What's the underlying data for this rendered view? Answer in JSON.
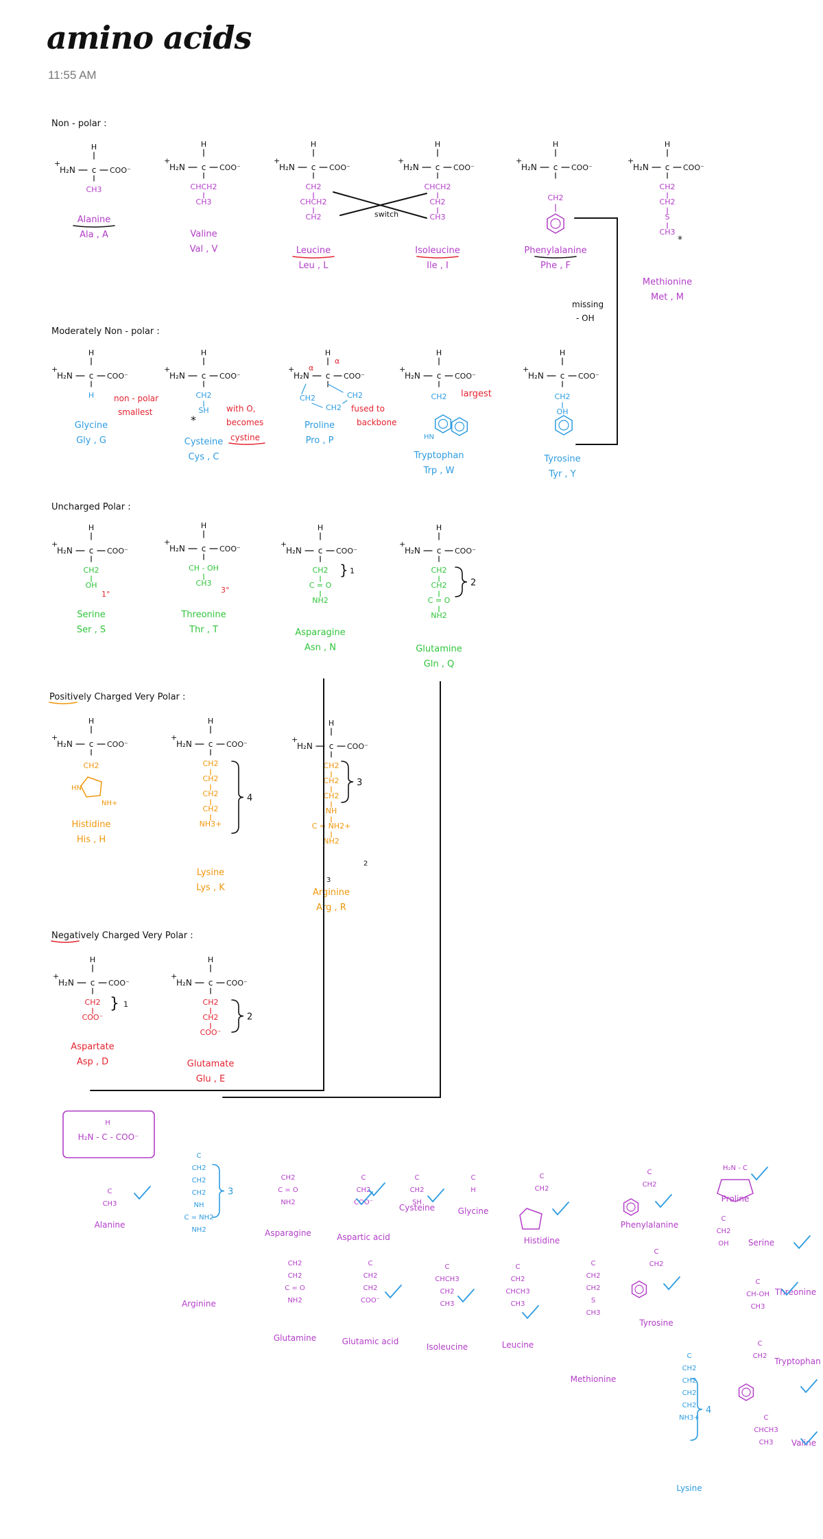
{
  "note": {
    "title": "amino acids",
    "time": "11:55 AM"
  },
  "colors": {
    "ink": "#111111",
    "purple": "#b23dc7",
    "blue": "#2c9be0",
    "green": "#2fc43a",
    "orange": "#f0960a",
    "red": "#e3222f",
    "gray": "#777777"
  },
  "sections": {
    "nonpolar": "Non - polar :",
    "moderate": "Moderately  Non - polar :",
    "uncharged": "Uncharged  Polar :",
    "positive": "Positively  Charged  Very  Polar :",
    "negative": "Negatively  Charged  Very  Polar :"
  },
  "backbone": {
    "amine": "H₂N",
    "carbon": "c",
    "carboxyl": "COO⁻",
    "h": "H",
    "plus": "+"
  },
  "sidechains": {
    "alanine": [
      "CH3"
    ],
    "valine": [
      "CHCH2",
      "CH3"
    ],
    "leucine": [
      "CH2",
      "CHCH2",
      "CH2"
    ],
    "isoleucine": [
      "CHCH2",
      "CH2",
      "CH3"
    ],
    "phenylalanine": [
      "CH2"
    ],
    "methionine": [
      "CH2",
      "CH2",
      "S",
      "CH3"
    ],
    "glycine": [
      "H"
    ],
    "cysteine": [
      "CH2",
      "SH"
    ],
    "proline": [
      "CH2",
      "CH2",
      "CH2"
    ],
    "tryptophan": [
      "CH2"
    ],
    "tyrosine": [
      "CH2",
      "OH"
    ],
    "serine": [
      "CH2",
      "OH"
    ],
    "threonine": [
      "CH - OH",
      "CH3"
    ],
    "asparagine": [
      "CH2",
      "C = O",
      "NH2"
    ],
    "glutamine": [
      "CH2",
      "CH2",
      "C = O",
      "NH2"
    ],
    "histidine": [
      "CH2",
      "HN",
      "NH+"
    ],
    "lysine": [
      "CH2",
      "CH2",
      "CH2",
      "CH2",
      "NH3+"
    ],
    "arginine": [
      "CH2",
      "CH2",
      "CH2",
      "NH",
      "C = NH2+",
      "NH2"
    ],
    "aspartate": [
      "CH2",
      "COO⁻"
    ],
    "glutamate": [
      "CH2",
      "CH2",
      "COO⁻"
    ]
  },
  "names": {
    "alanine": [
      "Alanine",
      "Ala , A"
    ],
    "valine": [
      "Valine",
      "Val , V"
    ],
    "leucine": [
      "Leucine",
      "Leu , L"
    ],
    "isoleucine": [
      "Isoleucine",
      "Ile , I"
    ],
    "phenylalanine": [
      "Phenylalanine",
      "Phe , F"
    ],
    "methionine": [
      "Methionine",
      "Met , M"
    ],
    "glycine": [
      "Glycine",
      "Gly , G"
    ],
    "cysteine": [
      "Cysteine",
      "Cys , C"
    ],
    "proline": [
      "Proline",
      "Pro , P"
    ],
    "tryptophan": [
      "Tryptophan",
      "Trp , W"
    ],
    "tyrosine": [
      "Tyrosine",
      "Tyr , Y"
    ],
    "serine": [
      "Serine",
      "Ser , S"
    ],
    "threonine": [
      "Threonine",
      "Thr , T"
    ],
    "asparagine": [
      "Asparagine",
      "Asn , N"
    ],
    "glutamine": [
      "Glutamine",
      "Gln , Q"
    ],
    "histidine": [
      "Histidine",
      "His , H"
    ],
    "lysine": [
      "Lysine",
      "Lys , K"
    ],
    "arginine": [
      "Arginine",
      "Arg , R"
    ],
    "aspartate": [
      "Aspartate",
      "Asp , D"
    ],
    "glutamate": [
      "Glutamate",
      "Glu , E"
    ]
  },
  "annotations": {
    "switch": "switch",
    "missing": "missing",
    "oh": "- OH",
    "nonpolar_smallest": "non - polar",
    "smallest": "smallest",
    "with_o": "with O,",
    "becomes": "becomes",
    "cystine": "cystine",
    "fused": "fused to",
    "backbone": "backbone",
    "largest": "largest",
    "alpha": "α",
    "one_deg": "1°",
    "three_deg": "3°",
    "n1": "1",
    "n2": "2",
    "n3": "3",
    "n4": "4",
    "star": "*"
  },
  "practice": {
    "backbone_box": "H₂N - C - COO⁻",
    "labels": [
      "Alanine",
      "Arginine",
      "Asparagine",
      "Glutamine",
      "Aspartic acid",
      "Glutamic acid",
      "Cysteine",
      "Glycine",
      "Isoleucine",
      "Histidine",
      "Leucine",
      "Methionine",
      "Phenylalanine",
      "Tyrosine",
      "Proline",
      "Serine",
      "Threonine",
      "Lysine",
      "Tryptophan",
      "Valine"
    ]
  }
}
